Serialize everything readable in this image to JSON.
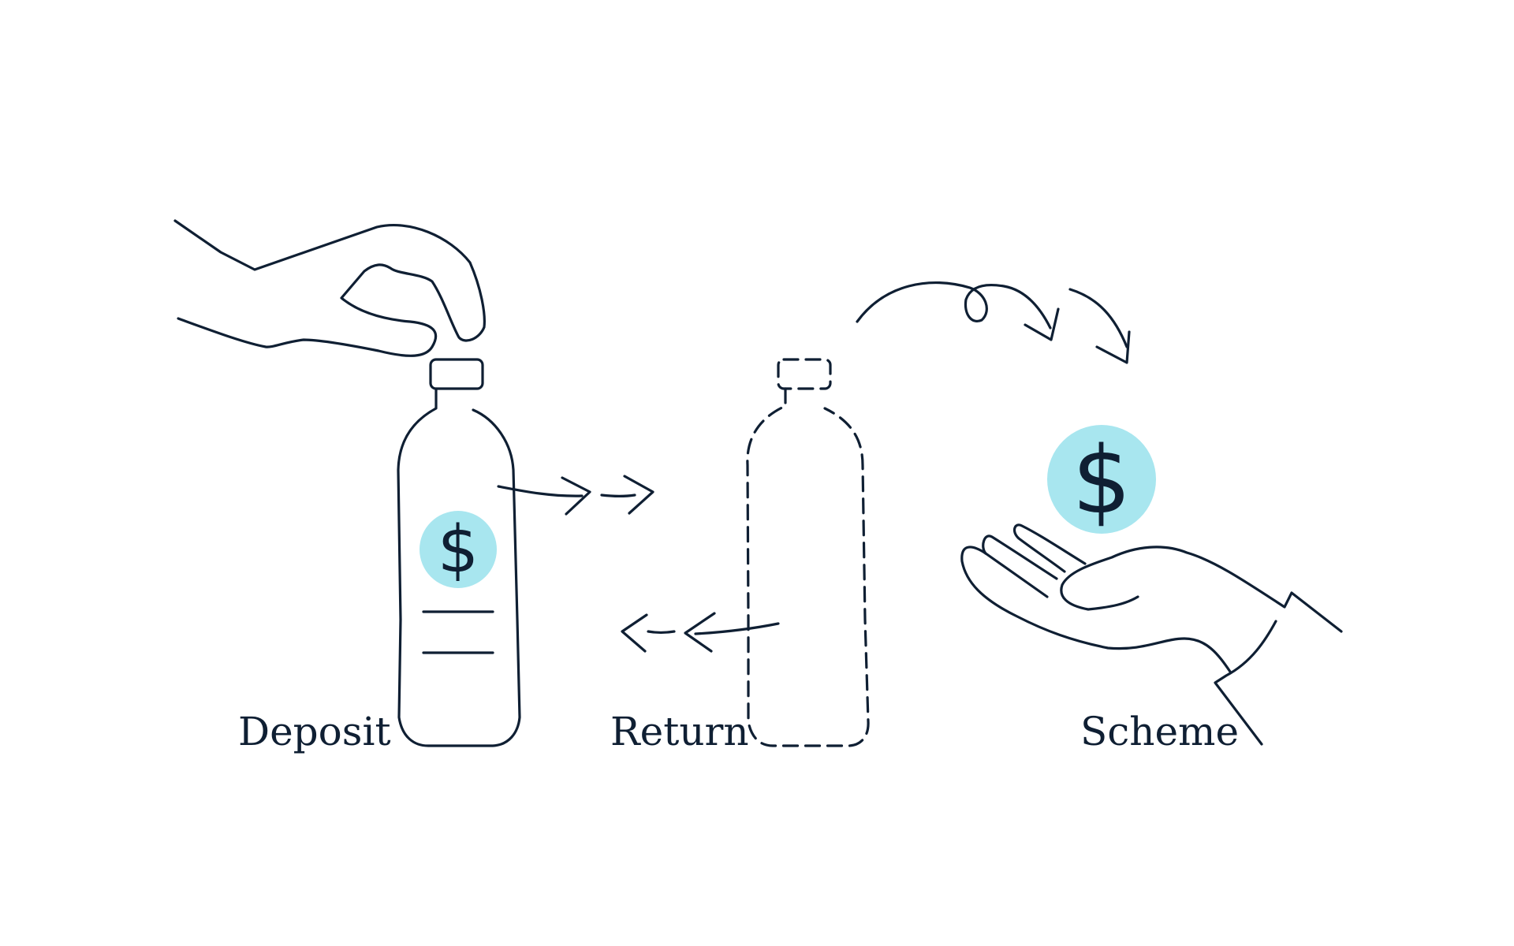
{
  "labels": {
    "deposit": "Deposit",
    "return": "Return",
    "scheme": "Scheme"
  },
  "coin_symbol": "$",
  "colors": {
    "line": "#0f1f33",
    "coin_fill": "#a8e6ef",
    "background": "#ffffff"
  },
  "icons": [
    "hand-holding-cap-icon",
    "bottle-icon",
    "dashed-bottle-icon",
    "open-hand-icon",
    "coin-icon",
    "arrow-icon"
  ]
}
